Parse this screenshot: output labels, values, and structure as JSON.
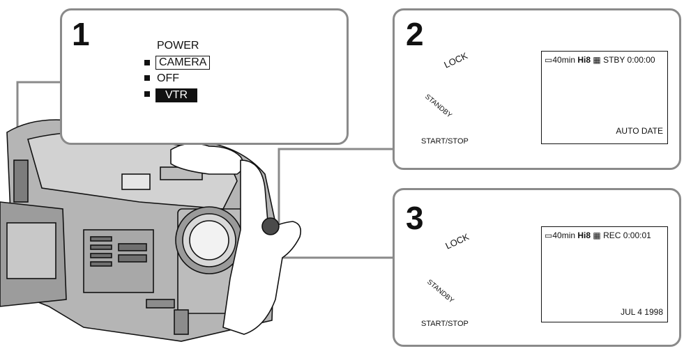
{
  "step1": {
    "number": "1",
    "power_label": "POWER",
    "positions": [
      "CAMERA",
      "OFF",
      "VTR"
    ]
  },
  "step2": {
    "number": "2",
    "dial": {
      "lock": "LOCK",
      "standby": "STANDBY",
      "button": "START/STOP"
    },
    "display": {
      "tape": "40min",
      "format": "Hi8",
      "status_line": "STBY 0:00:00",
      "footer": "AUTO  DATE"
    }
  },
  "step3": {
    "number": "3",
    "dial": {
      "lock": "LOCK",
      "standby": "STANDBY",
      "button": "START/STOP"
    },
    "display": {
      "tape": "40min",
      "format": "Hi8",
      "status_line": "REC 0:00:01",
      "footer": "JUL  4 1998"
    }
  },
  "colors": {
    "frame": "#8a8a8a",
    "arrow": "#6e6e6e",
    "ink": "#111111",
    "body_gray": "#a9a9a9"
  }
}
